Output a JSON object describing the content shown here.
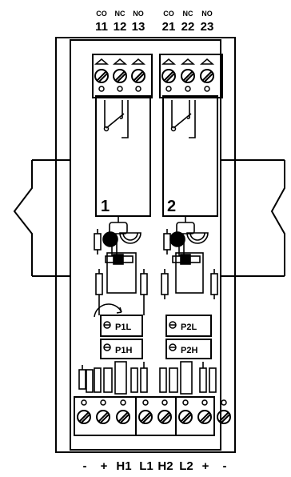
{
  "top_terminals": [
    {
      "type": "CO",
      "number": "11"
    },
    {
      "type": "NC",
      "number": "12"
    },
    {
      "type": "NO",
      "number": "13"
    },
    {
      "type": "CO",
      "number": "21"
    },
    {
      "type": "NC",
      "number": "22"
    },
    {
      "type": "NO",
      "number": "23"
    }
  ],
  "channels": [
    "1",
    "2"
  ],
  "potentiometers": [
    "P1L",
    "P1H",
    "P2L",
    "P2H"
  ],
  "bottom_terminals": [
    "-",
    "+",
    "H1",
    "L1",
    "H2",
    "L2",
    "+",
    "-"
  ]
}
